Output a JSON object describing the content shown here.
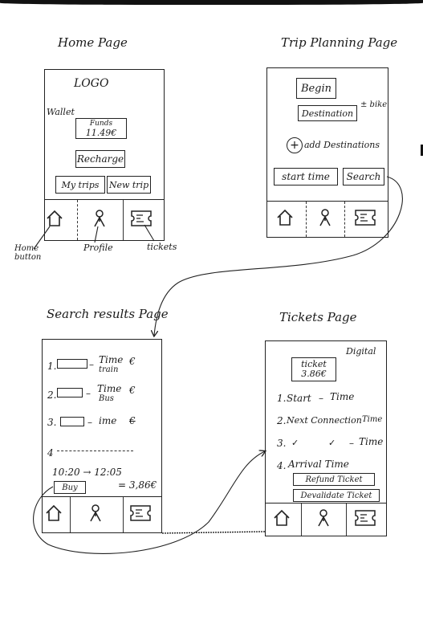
{
  "pages": {
    "home": {
      "title": "Home Page",
      "logo": "LOGO",
      "wallet_label": "Wallet",
      "funds_label": "Funds",
      "funds_value": "11.49€",
      "recharge": "Recharge",
      "my_trips": "My trips",
      "new_trip": "New trip"
    },
    "trip": {
      "title": "Trip Planning Page",
      "begin": "Begin",
      "destination": "Destination",
      "bike": "± bike",
      "add_destination": "add Destinations",
      "start_time": "start time",
      "search": "Search"
    },
    "search": {
      "title": "Search results Page",
      "results": [
        {
          "num": "1.",
          "time": "Time",
          "mode": "train",
          "euro": "€"
        },
        {
          "num": "2.",
          "time": "Time",
          "mode": "Bus",
          "euro": "€"
        },
        {
          "num": "3.",
          "time": "ime",
          "mode": "",
          "euro": "€"
        }
      ],
      "row4_num": "4",
      "times": "10:20 → 12:05",
      "buy": "Buy",
      "price": "= 3,86€"
    },
    "tickets": {
      "title": "Tickets Page",
      "ticket_label": "ticket",
      "ticket_price": "3.86€",
      "digital": "Digital",
      "rows": [
        {
          "num": "1.",
          "label": "Start",
          "suffix": "Time"
        },
        {
          "num": "2.",
          "label": "Next Connection",
          "suffix": "Time"
        },
        {
          "num": "3.",
          "label": "",
          "suffix": "Time"
        },
        {
          "num": "4.",
          "label": "Arrival Time",
          "suffix": ""
        }
      ],
      "refund": "Refund Ticket",
      "devalidate": "Devalidate Ticket"
    }
  },
  "annotations": {
    "home_button": "Home button",
    "profile": "Profile",
    "tickets": "tickets"
  },
  "icons": {
    "home": "house-icon",
    "profile": "person-icon",
    "tickets": "ticket-icon"
  }
}
